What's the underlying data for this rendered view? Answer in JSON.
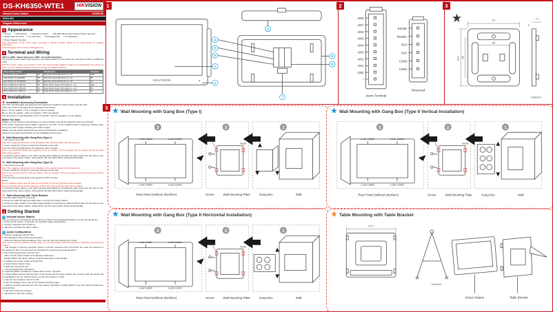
{
  "header": {
    "model": "DS-KH6350-WTE1",
    "subtitle": "Network Indoor Station",
    "doc_code": "UD26872B",
    "logo_hik": "HIK",
    "logo_vision": "VISION",
    "language_bar": "ENGLISH",
    "diagram_bar": "Diagram References"
  },
  "appearance": {
    "badge": "1",
    "title": "Appearance",
    "items": [
      {
        "n": "①",
        "label": "Screen"
      },
      {
        "n": "②",
        "label": "Microphone"
      },
      {
        "n": "③",
        "label": "Network Interface"
      },
      {
        "n": "④",
        "label": "RS-485 (Reserved) & Alarm Output Terminal"
      },
      {
        "n": "⑤",
        "label": "Alarm Input Terminal"
      },
      {
        "n": "⑥",
        "label": "TF Card Slot"
      },
      {
        "n": "⑦",
        "label": "Debugging Port"
      },
      {
        "n": "⑧",
        "label": "Loudspeaker"
      },
      {
        "n": "⑨",
        "label": "Power Supply Terminal"
      }
    ],
    "note1": "*The appearance of the device varies according to different models. Refers to the actual device for detailed information.",
    "note2": "*The debugging port is used for debugging only."
  },
  "terminal": {
    "badge": "2",
    "title": "Terminal and Wiring",
    "line1": "AIN1 to AIN8 : Alarm Input pins. GND : Grounding Interface",
    "para": "You should connect alarm input device to the indoor station by connecting any terminals of AIN1 to AIN8 and GND.",
    "note": "Note:The power supply must comply to LPS. The recommended adapter models and manufacturers are shown as below. Use the attached adapter, and do not change the adapter randomly.",
    "table": {
      "headers": [
        "Power Adapter Model",
        "",
        "Manufacturer",
        "Standard"
      ],
      "rows": [
        [
          "ADS-26FSG-12 12024EPCN",
          "DC",
          "Shenzhen Honor Electronic Co., Ltd",
          "CEE"
        ],
        [
          "ADS-26FSG-12 12024EPB",
          "DC",
          "Shenzhen Honor Electronic Co., Ltd",
          "BS"
        ],
        [
          "ADS-26FSG-12 12024EPCU",
          "DC",
          "Shenzhen Honor Electronic Co., Ltd",
          "UL"
        ],
        [
          "MSA-C1500IC12.0-18P-DE",
          "DC",
          "Moso Power Supply Technology Co., Ltd",
          "CEE"
        ],
        [
          "MSA-C1500IC12.0-18P-GB",
          "DC",
          "Moso Power Supply Technology Co., Ltd",
          "BS"
        ],
        [
          "MSA-C1500IC12.0-18P-US",
          "DC",
          "Moso Power Supply Technology Co., Ltd",
          "UL"
        ]
      ]
    }
  },
  "installation": {
    "badge": "3",
    "title": "Installation",
    "accessory_title": "Installation Accessory Description",
    "accessory_body": [
      "The wall mounting plate and gang box are required to install the indoor station onto the wall.",
      "There are 2 size of the gang boxes adapted to the device.",
      "Box 1: 75 mm (width) × 75 mm (length) × 50 mm (depth).",
      "Box 2: 115 mm (width) × 101 mm (length) × 38.5 mm (depth).",
      "The dimension of mounting plate is 97 mm (width) × 104 mm (length) × 3 mm (depth)."
    ],
    "before_title": "Before You Start",
    "before_items": [
      "●Make sure the device in the package is in good condition and all the assembly parts are included.",
      "●The power supply the indoor station supports is 12 VDC. Or the standard PoE is supported. Please make sure your power supply matches your indoor station.",
      "●Make sure all related equipments are power-off during the installation.",
      "●Check the product specification for the installation environment."
    ],
    "type1": {
      "title": "Wall Mounting with Gang Box (Type I)",
      "p1": "1. Cut a hole in the wall.",
      "n1": "Note: The suggested dimension of the installation hole should be larger than the gang box.",
      "p2": "2. Insert a gang box (Type I) to the hole chiseled on the wall.\n3. Fix the wall mounting plate to the gang box with 2 screws.",
      "n2": "Note: If you install the device with a gang box of 75 mm (width) × 75 mm (length) × 50 mm (depth), the left and right holes will be applied.",
      "p3": "4. Hook the indoor station to the wall mounting plate tightly by inserting the plate hooks into the slots on the rear panel of the indoor station, during which the lock catch will be locked automatically."
    },
    "type2": {
      "title": "Wall Mounting with Gang Box (Type II)",
      "p1": "1. Cut a hole in the wall.",
      "n1": "Note: The suggested dimension of the installation hole should be larger than the gang box.",
      "p2": "2. Insert a gang box (Type II) to the hole chiseled on the wall.",
      "n2": "Note: If you use the gang box (115 mm (width) × 101 mm (length) × 38.5 mm (depth)), you can install the box vertical or horizontal.",
      "p3": "3. Fix the wall mounting plate to the gang box with 2 screws.",
      "notes_label": "Notes:",
      "n3": "●If you install the device with the gang box horizontal, the left and right holes will be applied.\n●If you install the device with the gang box vertical, the upper and lower holes will be applied.",
      "p4": "4. Hook the indoor station to the wall mounting plate tightly by inserting the plate hooks into the slots on the rear panel of the indoor station, during which the lock catch will be locked automatically."
    },
    "table_mount": {
      "title": "Table Mounting with Table Bracket",
      "steps": "1. Put the table bracket on the desk.\n2. Route the cable through the cable hole to connect the indoor station.\n3. Hook the indoor station to the table bracket tightly by inserting the table bracket hooks into the slots on the rear panel of the indoor station, during which the lock catch will be locked automatically."
    }
  },
  "getting_started": {
    "badge": "4",
    "title": "Getting Started",
    "activate": {
      "num": "1",
      "title": "Activate Indoor Station",
      "intro": "You are required to activate the device first by setting a strong password before you can use the device.",
      "steps": "1. Power on the device. It will enter the activation page automatically.\n2. Create a password and confirm it.\n3. Tap OK to activate the indoor station."
    },
    "quick": {
      "num": "2",
      "title": "Quick Configuration",
      "p1": "1. Choose Language and tap Next.\n2. Set password reset method and tap Next.\n  - Enter the Reserved Email address, then you can reset the password by email.",
      "n1": "Note: On the security questions settings page, you can tap Change to Reserved Email to modify the password reset method.",
      "p2": "  - Tap Change to Security Question. Select 3 security questions from drop-down list, enter the answers of the questions, then you can reset the password by answering security questions.\n3. Set network parameters and tap Next.\n  - Edit Local IP, Subnet Mask and Gateway parameters.\n  - Enable DHCP, the device will get network parameters automatically.\n4. Configure the indoor station and tap Next.\n  a. Select Indoor Station Type.\n  b. Edit Floor and Room No.\n  c. Set the Registration Password.\n5. (Optional) Slide to enable the mobile client service. Tap Next.\n6. Linked related devices and tap Next. If the device and the indoor station are in same LAN, the device will be displayed in the list. Tap the device or enter the serial no. to link.\n  a. Tap the door station in the list to link.\n  b. Tap the settings icon to pop up the Network Settings page.\n  c. Edit the network parameters of the door station manually or enable DHCP to get the network parameters automatically.\n  d. Tap OK to save the settings.\n7. Tap Finish to save the settings."
    }
  },
  "panels": {
    "p1": {
      "badge": "1",
      "brand": "HIKVISION",
      "c1": "1",
      "c2": "2",
      "c3": "3",
      "c4": "4",
      "c5": "5",
      "c6": "6",
      "c7": "7",
      "c8": "8",
      "c9": "9"
    },
    "p2": {
      "badge": "2",
      "alarm_pins": [
        "AIN8",
        "AIN7",
        "AIN6",
        "AIN5",
        "AIN4",
        "AIN3",
        "AIN2",
        "AIN1",
        "GND",
        "/"
      ],
      "reserved_pins": [
        "RS485-",
        "RS485+",
        "NO2",
        "NO1",
        "COM2",
        "COM1"
      ],
      "alarm_caption": "Alarm Terminal",
      "reserved_caption": "Reserved"
    },
    "p3": {
      "badge": "3",
      "dim_w": "97",
      "dim_inner_w": "60",
      "dim_h": "104",
      "dim_inner_h": "85",
      "dim_t": "7.7",
      "dim_t2": "3",
      "unit": "Unit:mm"
    }
  },
  "mount": {
    "band_badge": "3",
    "type1_title": "Wall Mounting with Gang Box (Type I)",
    "type2v_title": "Wall Mounting with Gang Box (Type II Vertical Installation)",
    "type2h_title": "Wall Mounting with Gang Box (Type II Horizontal Installation)",
    "table_title": "Table Mounting with Table Bracket",
    "captions": [
      "Rear Panel (without Interface)",
      "Screw",
      "Wall Mounting Plate",
      "Gang Box",
      "Wall"
    ],
    "lock_catch": "Lock Catch",
    "hook": "Hook",
    "steps": [
      "3",
      "2",
      "1"
    ],
    "table_dim": "97.2",
    "unit": "Unit:mm",
    "table_captions": [
      "Indoor Station",
      "Table Bracket"
    ]
  },
  "colors": {
    "brand_red": "#c00c16",
    "accent_blue": "#29a8e0",
    "note_red": "#d42a20"
  }
}
